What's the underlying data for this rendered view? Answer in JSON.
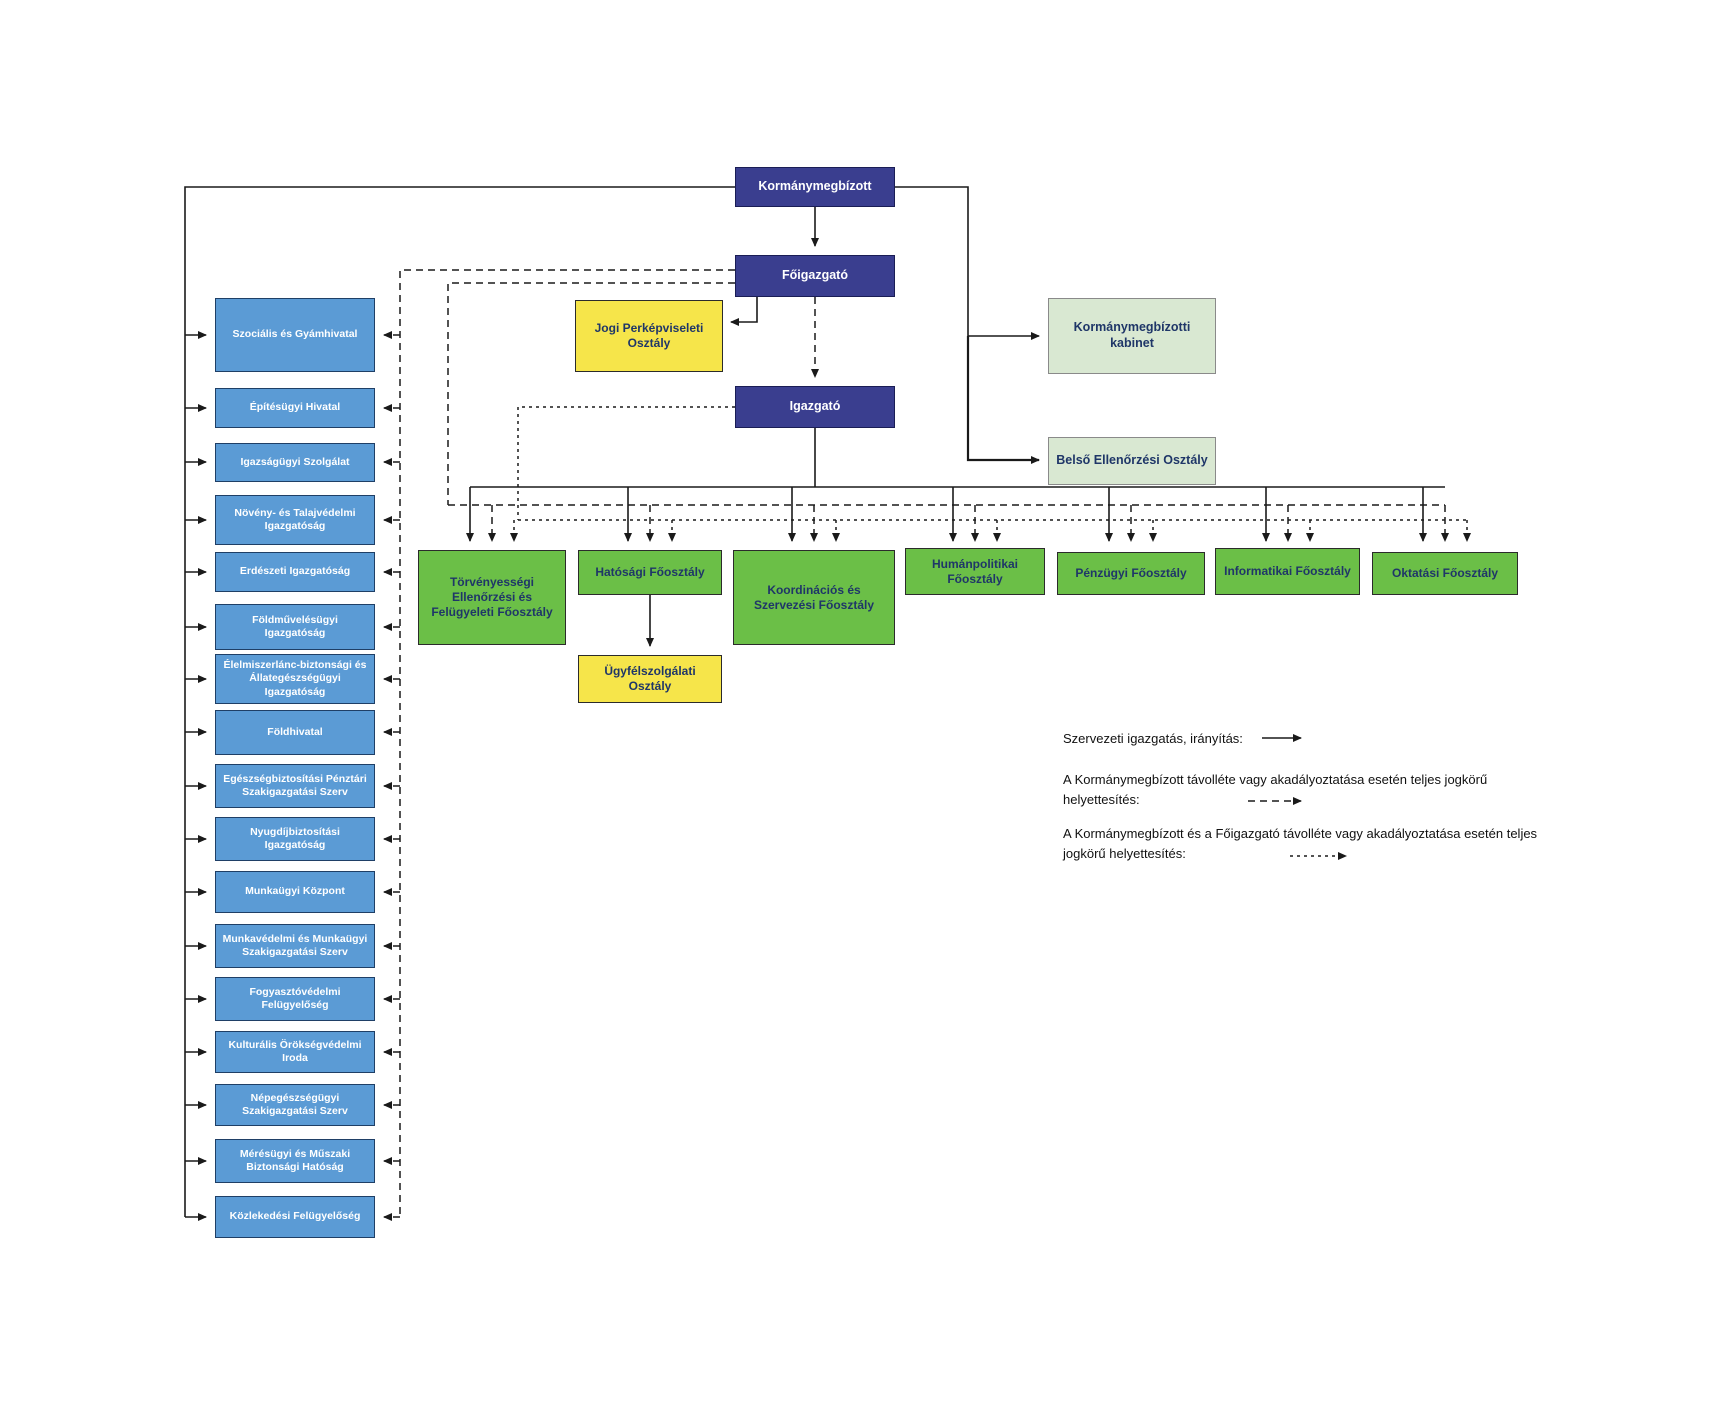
{
  "nodes": {
    "kormanymegbizott": "Kormánymegbízott",
    "foigazgato": "Főigazgató",
    "igazgato": "Igazgató",
    "jogi_osztaly": "Jogi Perképviseleti Osztály",
    "kabinet": "Kormánymegbízotti kabinet",
    "belso_ellenorzes": "Belső Ellenőrzési Osztály",
    "ugyfelszolgalat": "Ügyfélszolgálati Osztály"
  },
  "green_row": [
    "Törvényességi Ellenőrzési és Felügyeleti Főosztály",
    "Hatósági Főosztály",
    "Koordinációs és Szervezési Főosztály",
    "Humánpolitikai Főosztály",
    "Pénzügyi Főosztály",
    "Informatikai Főosztály",
    "Oktatási Főosztály"
  ],
  "left_column": [
    "Szociális és Gyámhivatal",
    "Építésügyi Hivatal",
    "Igazságügyi Szolgálat",
    "Növény- és Talajvédelmi Igazgatóság",
    "Erdészeti Igazgatóság",
    "Földművelésügyi Igazgatóság",
    "Élelmiszerlánc-biztonsági és Állategészségügyi Igazgatóság",
    "Földhivatal",
    "Egészségbiztosítási Pénztári Szakigazgatási Szerv",
    "Nyugdíjbiztosítási Igazgatóság",
    "Munkaügyi Központ",
    "Munkavédelmi és Munkaügyi Szakigazgatási Szerv",
    "Fogyasztóvédelmi Felügyelőség",
    "Kulturális Örökségvédelmi Iroda",
    "Népegészségügyi Szakigazgatási Szerv",
    "Mérésügyi és Műszaki Biztonsági Hatóság",
    "Közlekedési Felügyelőség"
  ],
  "legend": {
    "solid": "Szervezeti igazgatás, irányítás:",
    "dashed": "A Kormánymegbízott távolléte vagy akadályoztatása esetén teljes jogkörű helyettesítés:",
    "dotted": "A Kormánymegbízott és a Főigazgató távolléte vagy akadályoztatása esetén teljes jogkörű helyettesítés:"
  },
  "colors": {
    "navy": "#3a3e8f",
    "blue": "#5b9bd5",
    "green": "#6bbf47",
    "lightgreen": "#d9e8d2",
    "yellow": "#f6e54a",
    "line": "#1a1a1a",
    "label-dark": "#1f3668"
  }
}
